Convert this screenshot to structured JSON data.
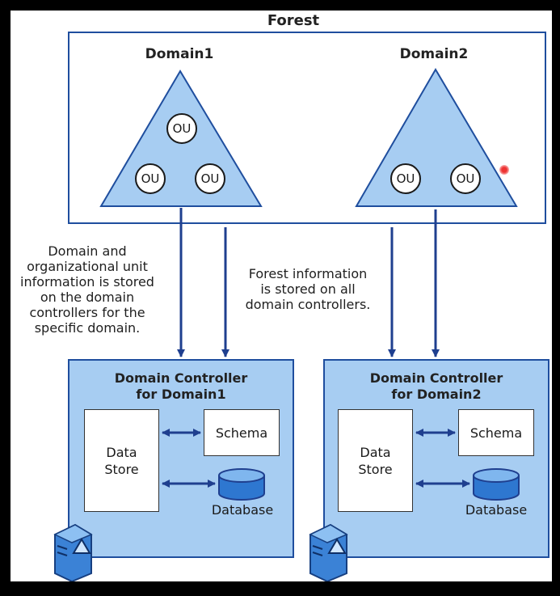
{
  "forest": {
    "title": "Forest"
  },
  "domains": [
    {
      "title": "Domain1",
      "ous": [
        "OU",
        "OU",
        "OU"
      ]
    },
    {
      "title": "Domain2",
      "ous": [
        "OU",
        "OU"
      ]
    }
  ],
  "captions": {
    "left": [
      "Domain and",
      "organizational unit",
      "information is stored",
      "on the domain",
      "controllers for the",
      "specific domain."
    ],
    "center": [
      "Forest information",
      "is stored on all",
      "domain controllers."
    ]
  },
  "controllers": [
    {
      "title_line1": "Domain Controller",
      "title_line2": "for Domain1",
      "datastore_line1": "Data",
      "datastore_line2": "Store",
      "schema": "Schema",
      "database": "Database",
      "icon": "server-icon"
    },
    {
      "title_line1": "Domain Controller",
      "title_line2": "for Domain2",
      "datastore_line1": "Data",
      "datastore_line2": "Store",
      "schema": "Schema",
      "database": "Database",
      "icon": "server-icon"
    }
  ],
  "colors": {
    "frame": "#1f4e9e",
    "fill": "#a7cdf2",
    "arrow": "#1f3f8f"
  }
}
